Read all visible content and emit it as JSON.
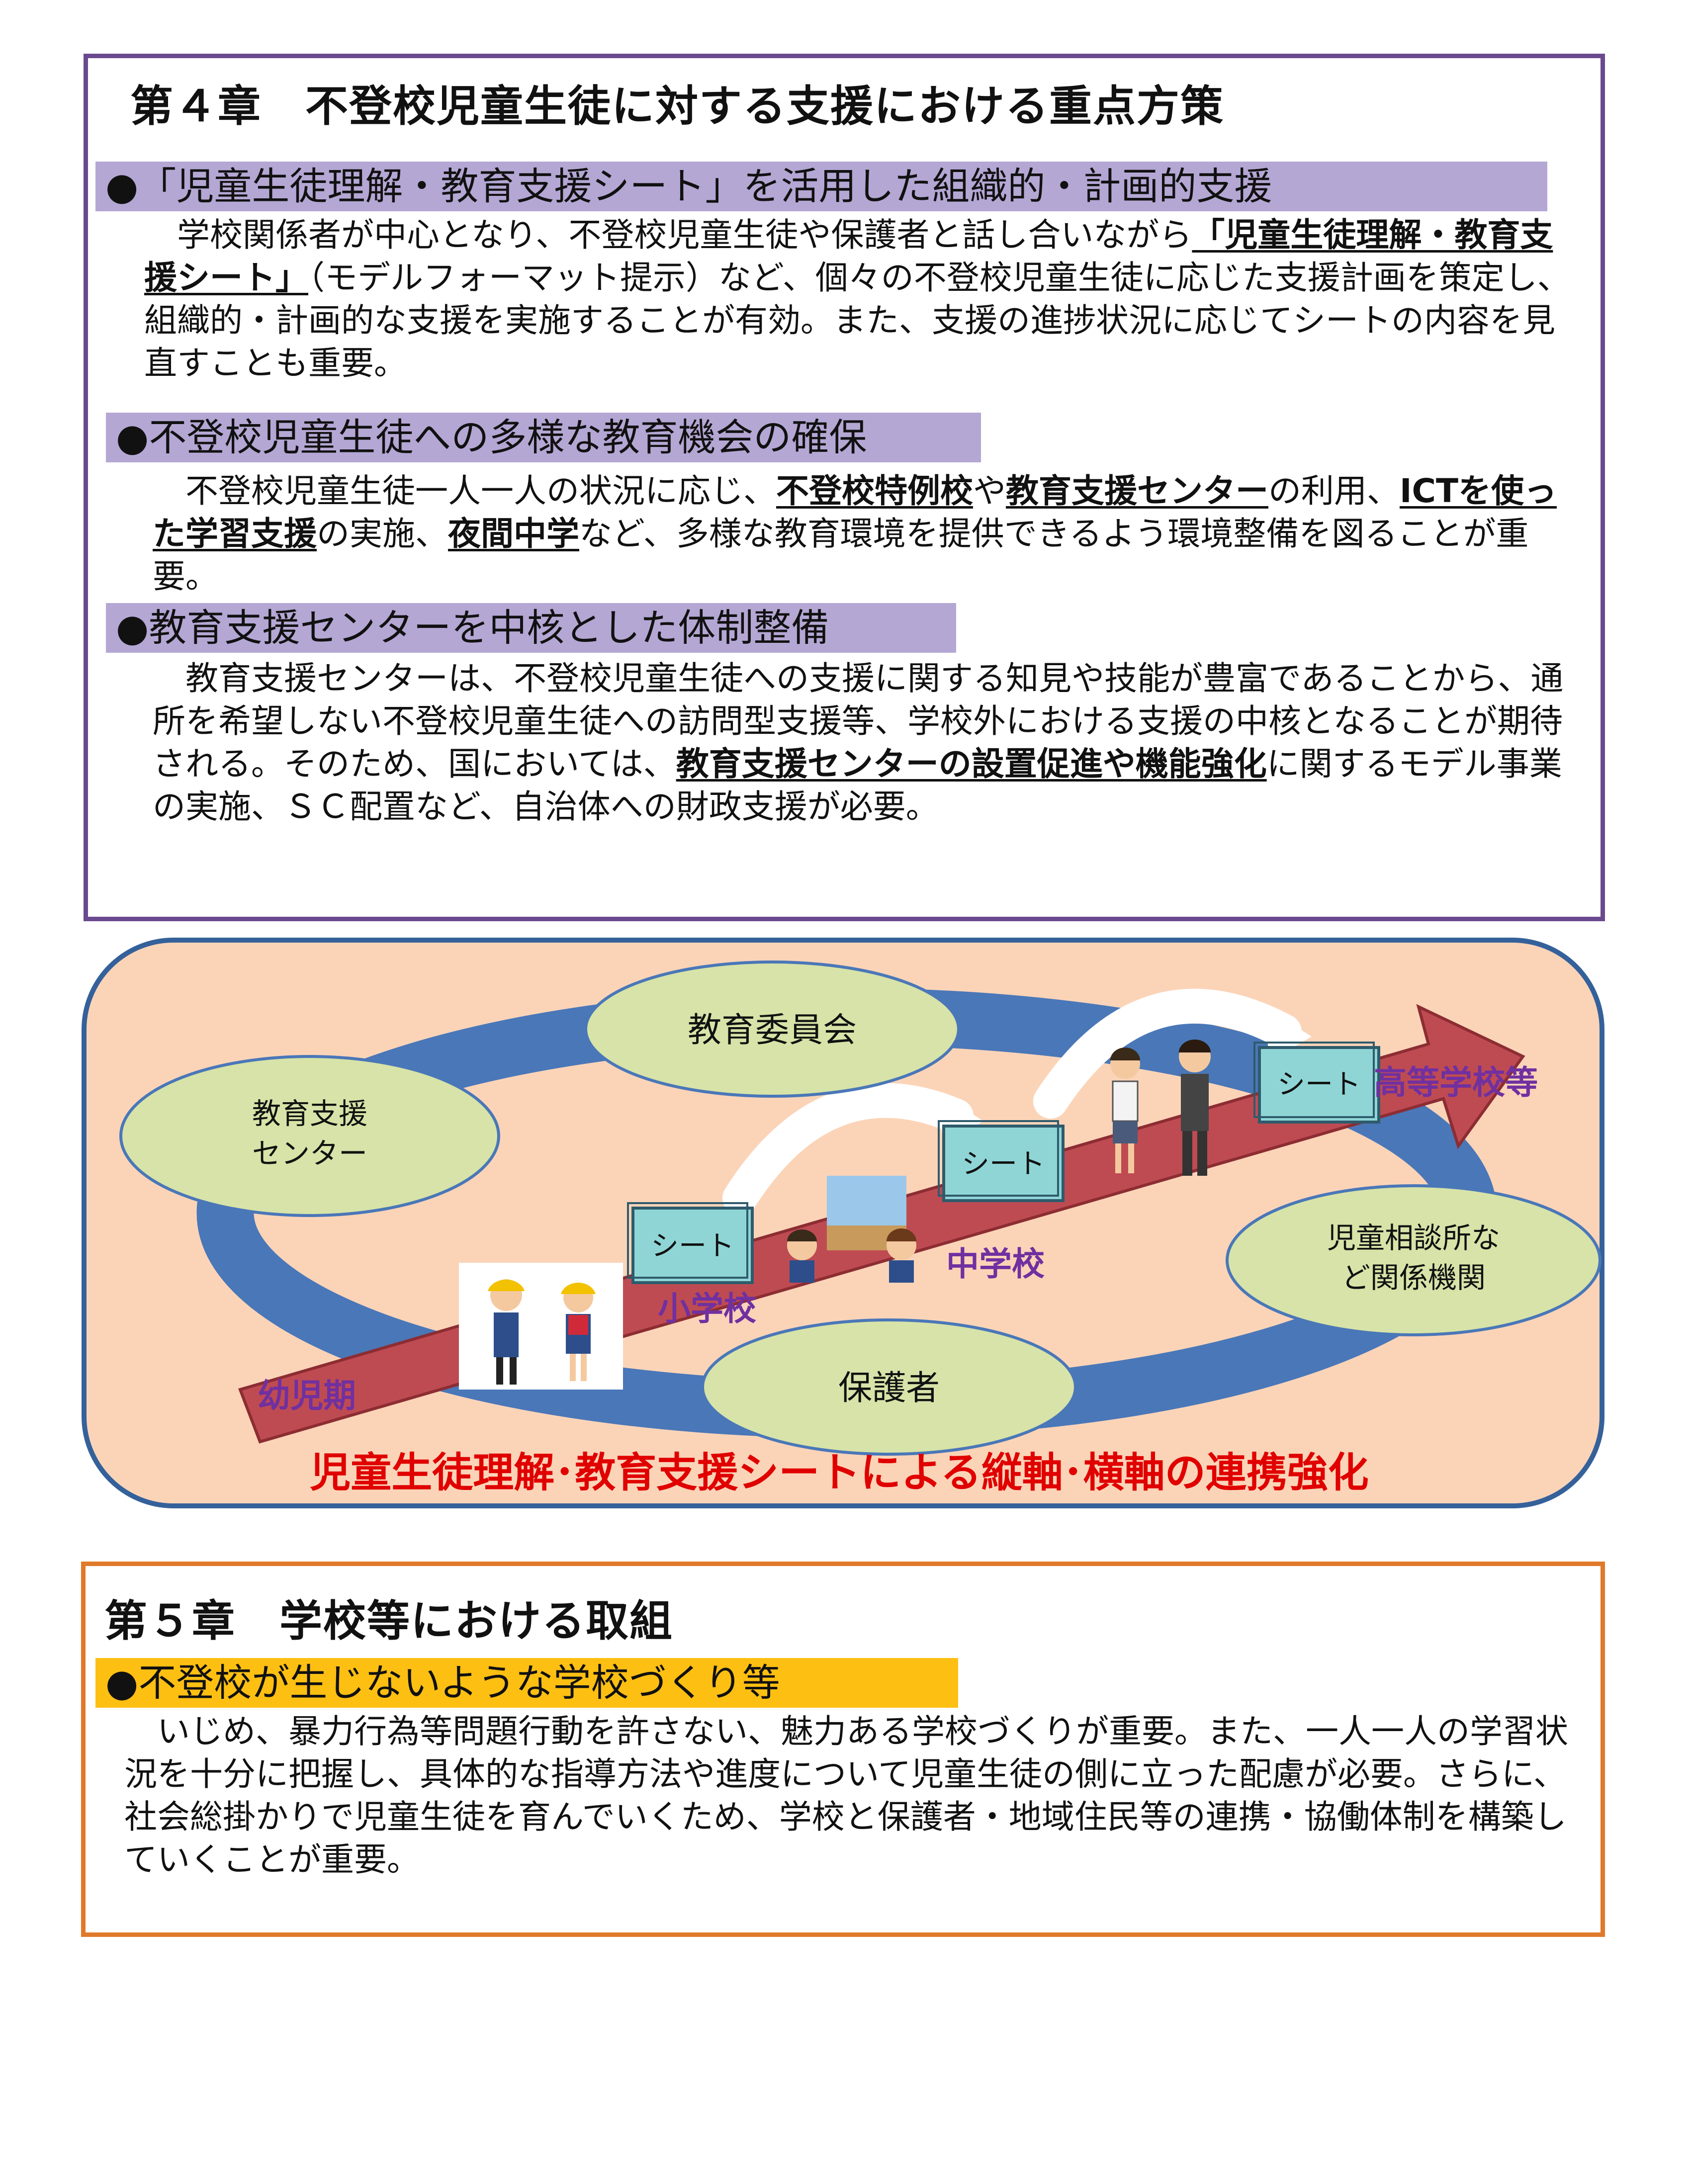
{
  "chapter4": {
    "title": "第４章　不登校児童生徒に対する支援における重点方策",
    "sections": [
      {
        "heading": "●「児童生徒理解・教育支援シート」を活用した組織的・計画的支援",
        "p1": "　学校関係者が中心となり、不登校児童生徒や保護者と話し合いながら",
        "u1": "「児童生徒理解・教育支援シート」",
        "p2": "（モデルフォーマット提示）など、個々の不登校児童生徒に応じた支援計画を策定し、組織的・計画的な支援を実施することが有効。また、支援の進捗状況に応じてシートの内容を見直すことも重要。"
      },
      {
        "heading": "●不登校児童生徒への多様な教育機会の確保",
        "p1": "　不登校児童生徒一人一人の状況に応じ、",
        "u1": "不登校特例校",
        "p2": "や",
        "u2": "教育支援センター",
        "p3": "の利用、",
        "u3": "ICTを使った学習支援",
        "p4": "の実施、",
        "u4": "夜間中学",
        "p5": "など、多様な教育環境を提供できるよう環境整備を図ることが重要。"
      },
      {
        "heading": "●教育支援センターを中核とした体制整備",
        "p1": "　教育支援センターは、不登校児童生徒への支援に関する知見や技能が豊富であることから、通所を希望しない不登校児童生徒への訪問型支援等、学校外における支援の中核となることが期待される。そのため、国においては、",
        "u1": "教育支援センターの設置促進や機能強化",
        "p2": "に関するモデル事業の実施、ＳＣ配置など、自治体への財政支援が必要。"
      }
    ]
  },
  "diagram": {
    "ellipses": {
      "board": "教育委員会",
      "center": [
        "教育支援",
        "センター"
      ],
      "agency": [
        "児童相談所な",
        "ど関係機関"
      ],
      "guardian": "保護者"
    },
    "sheet_label": "シート",
    "stages": {
      "infant": "幼児期",
      "elementary": "小学校",
      "junior": "中学校",
      "high": "高等学校等"
    },
    "caption": "児童生徒理解･教育支援シートによる縦軸･横軸の連携強化",
    "colors": {
      "panel": "#fbd4b8",
      "panel_border": "#35619a",
      "ring": "#4a77b8",
      "ellipse_fill": "#d7e3a8",
      "arrow": "#bf4b52",
      "stage_text": "#7030a0",
      "caption": "#e00000"
    }
  },
  "chapter5": {
    "title": "第５章　学校等における取組",
    "heading": "●不登校が生じないような学校づくり等",
    "body": "　いじめ、暴力行為等問題行動を許さない、魅力ある学校づくりが重要。また、一人一人の学習状況を十分に把握し、具体的な指導方法や進度について児童生徒の側に立った配慮が必要。さらに、社会総掛かりで児童生徒を育んでいくため、学校と保護者・地域住民等の連携・協働体制を構築していくことが重要。"
  }
}
